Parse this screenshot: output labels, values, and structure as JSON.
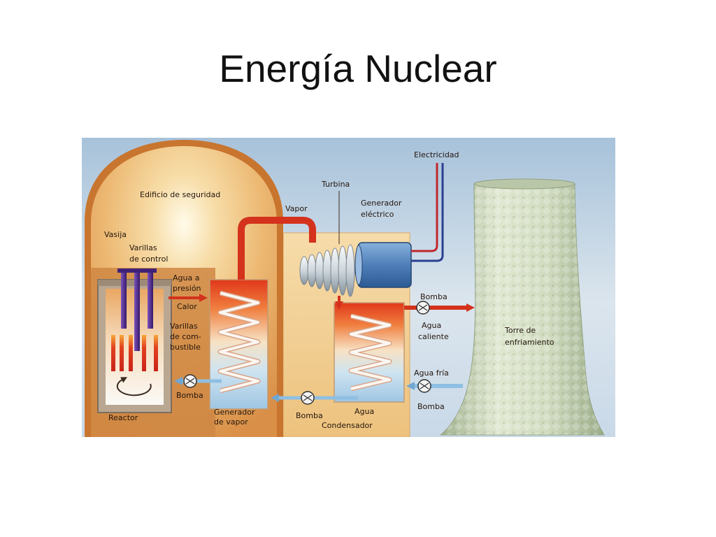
{
  "title": "Energía Nuclear",
  "diagram": {
    "labels": {
      "electricidad": "Electricidad",
      "edificio": "Edificio de seguridad",
      "turbina": "Turbina",
      "vapor": "Vapor",
      "generador_electrico": [
        "Generador",
        "eléctrico"
      ],
      "vasija": "Vasija",
      "varillas_control": [
        "Varillas",
        "de control"
      ],
      "agua_presion": [
        "Agua a",
        "presión"
      ],
      "calor": "Calor",
      "varillas_combustible": [
        "Varillas",
        "de com-",
        "bustible"
      ],
      "bomba_reactor": "Bomba",
      "reactor": "Reactor",
      "generador_vapor": [
        "Generador",
        "de vapor"
      ],
      "bomba_condensador": "Bomba",
      "agua": "Agua",
      "condensador": "Condensador",
      "bomba_caliente": "Bomba",
      "agua_caliente": [
        "Agua",
        "caliente"
      ],
      "torre": [
        "Torre de",
        "enfriamiento"
      ],
      "agua_fria": "Agua fría",
      "bomba_fria": "Bomba"
    },
    "colors": {
      "hot": "#d4321c",
      "cold": "#8fbfe2",
      "electric_red": "#c0282d",
      "electric_blue": "#2b3f8f",
      "control_rods": "#3f2277",
      "dome": "#c8752f"
    }
  }
}
